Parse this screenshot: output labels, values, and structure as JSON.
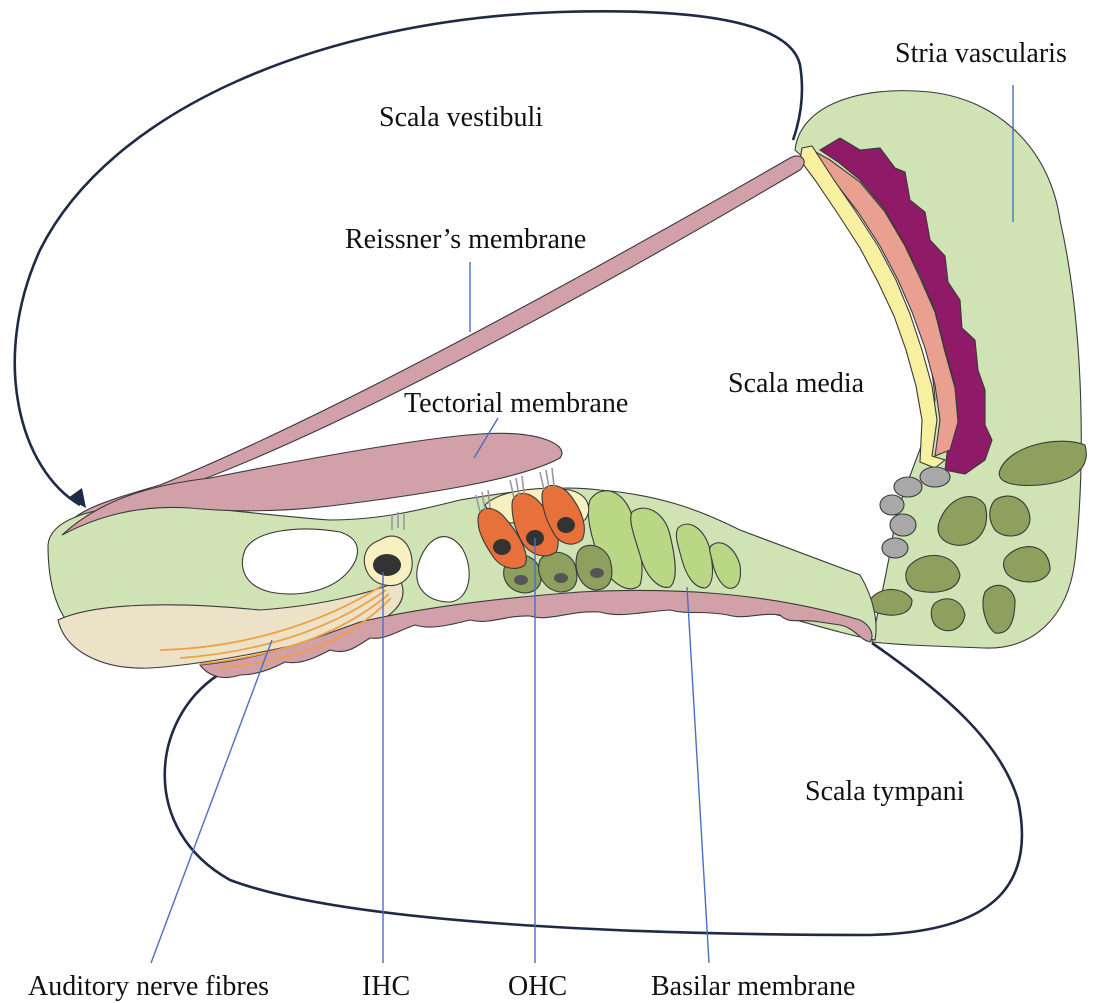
{
  "labels": {
    "scala_vestibuli": "Scala vestibuli",
    "stria_vascularis": "Stria vascularis",
    "reissners_membrane": "Reissner’s membrane",
    "scala_media": "Scala media",
    "tectorial_membrane": "Tectorial membrane",
    "scala_tympani": "Scala tympani",
    "auditory_nerve_fibres": "Auditory nerve fibres",
    "ihc": "IHC",
    "ohc": "OHC",
    "basilar_membrane": "Basilar membrane"
  },
  "colors": {
    "tissue_green": "#cfe3b4",
    "membrane_pink": "#d1a0a8",
    "stria_purple": "#8e1a68",
    "stria_salmon": "#eaa090",
    "stria_yellow": "#f7f0a0",
    "hair_cell_orange": "#e8703a",
    "supporting_cell_green": "#8da05e",
    "nerve_orange": "#f0a040",
    "nerve_region": "#ece2c8",
    "outline_navy": "#1f2a44",
    "leader_blue": "#4a6fc4"
  }
}
